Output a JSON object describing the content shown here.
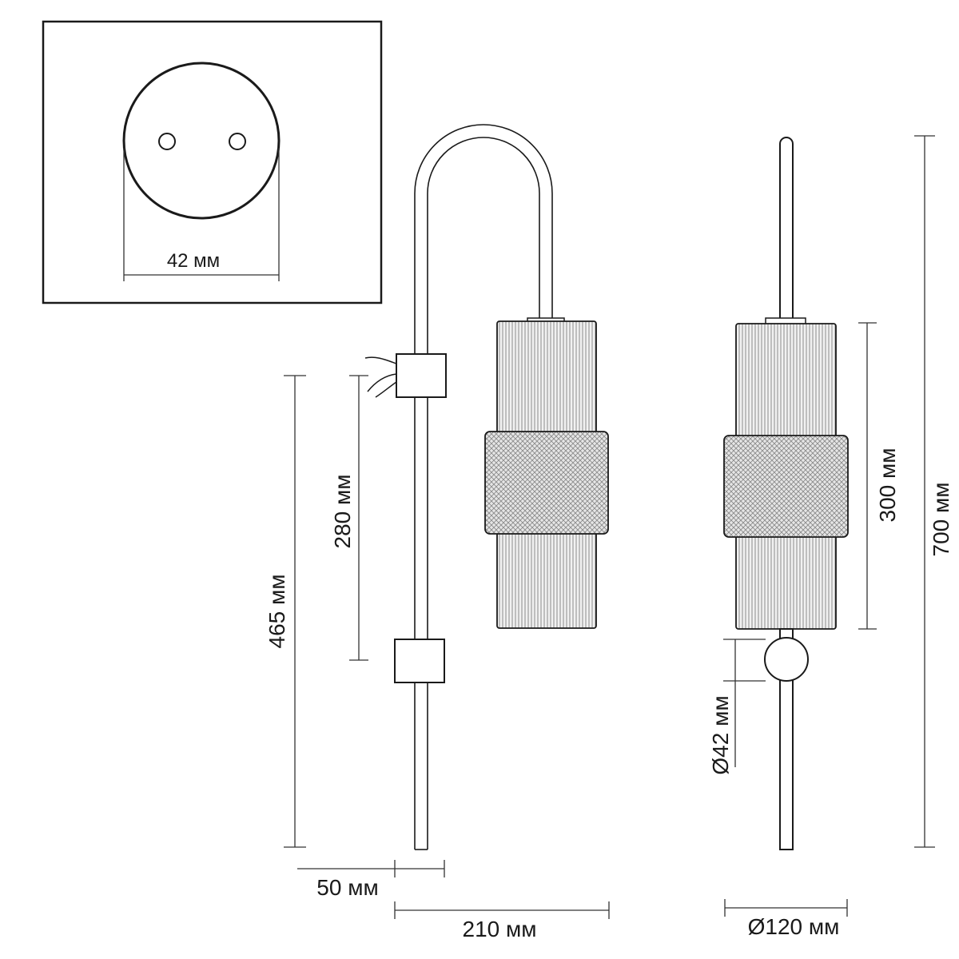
{
  "drawing": {
    "colors": {
      "ink": "#1a1a1a",
      "dim": "#333333",
      "shade": "#8a8a8a",
      "background": "#ffffff"
    }
  },
  "inset": {
    "label": "42 мм"
  },
  "side_view": {
    "dims": {
      "length_465": "465 мм",
      "length_280": "280 мм",
      "offset_50": "50 мм",
      "depth_210": "210 мм"
    }
  },
  "front_view": {
    "dims": {
      "shade_300": "300 мм",
      "total_700": "700 мм",
      "ball_42": "Ø42 мм",
      "diam_120": "Ø120 мм"
    }
  }
}
